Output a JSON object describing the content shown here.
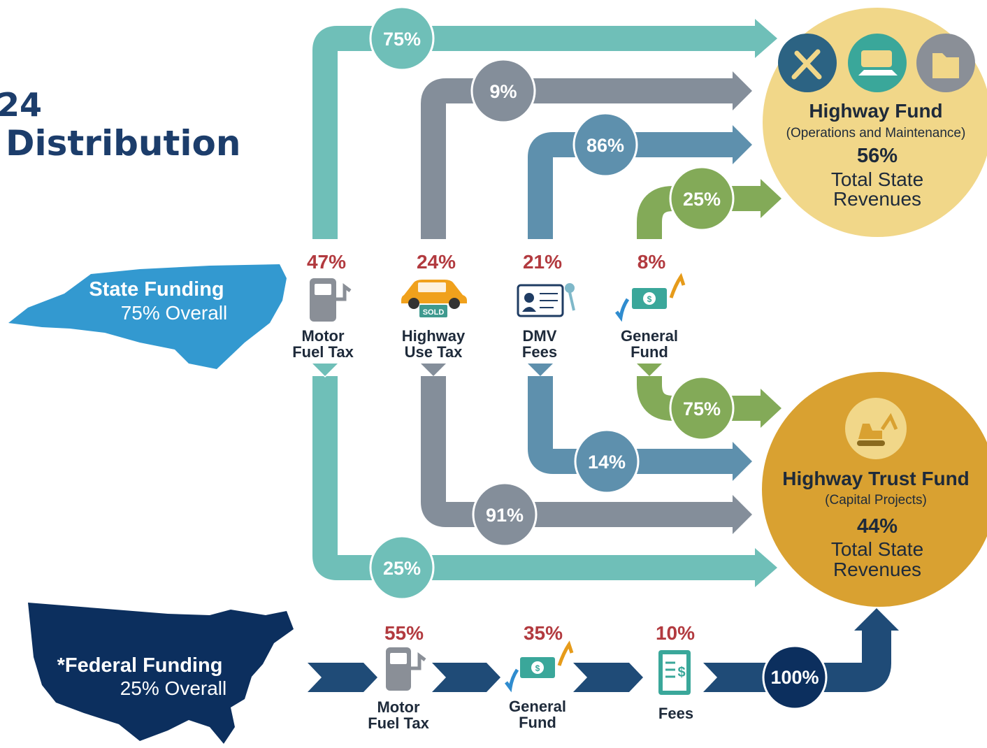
{
  "header": {
    "title_line1": "24",
    "title_line2": "Distribution"
  },
  "colors": {
    "motor_fuel_tax": "#6fbfb8",
    "highway_use_tax": "#848e9a",
    "dmv_fees": "#5e90ad",
    "general_fund": "#83aa58",
    "federal": "#1f4b77",
    "highway_fund": "#f1d789",
    "highway_trust_fund": "#d9a131",
    "state_map": "#3399d0",
    "federal_map": "#0c2f5e",
    "source_percent": "#b23a3f"
  },
  "state_funding": {
    "title": "State Funding",
    "subtitle": "75% Overall"
  },
  "federal_funding": {
    "title": "*Federal Funding",
    "subtitle": "25% Overall"
  },
  "state_sources": [
    {
      "percent": "47%",
      "label_line1": "Motor",
      "label_line2": "Fuel Tax",
      "icon": "fuel-pump-icon",
      "to_highway_fund": "75%",
      "to_trust_fund": "25%"
    },
    {
      "percent": "24%",
      "label_line1": "Highway",
      "label_line2": "Use Tax",
      "icon": "sold-car-icon",
      "to_highway_fund": "9%",
      "to_trust_fund": "91%",
      "badge": "SOLD"
    },
    {
      "percent": "21%",
      "label_line1": "DMV",
      "label_line2": "Fees",
      "icon": "license-card-icon",
      "to_highway_fund": "86%",
      "to_trust_fund": "14%"
    },
    {
      "percent": "8%",
      "label_line1": "General",
      "label_line2": "Fund",
      "icon": "money-transfer-icon",
      "to_highway_fund": "25%",
      "to_trust_fund": "75%"
    }
  ],
  "federal_sources": [
    {
      "percent": "55%",
      "label_line1": "Motor",
      "label_line2": "Fuel Tax",
      "icon": "fuel-pump-icon"
    },
    {
      "percent": "35%",
      "label_line1": "General",
      "label_line2": "Fund",
      "icon": "money-transfer-icon"
    },
    {
      "percent": "10%",
      "label_line1": "Fees",
      "label_line2": "",
      "icon": "fee-receipt-icon"
    }
  ],
  "federal_to_trust_fund": "100%",
  "highway_fund": {
    "title": "Highway Fund",
    "subtitle": "(Operations and Maintenance)",
    "percent": "56%",
    "text_line1": "Total State",
    "text_line2": "Revenues",
    "icons": [
      "tools-icon",
      "transportation-icon",
      "folder-icon"
    ]
  },
  "highway_trust_fund": {
    "title": "Highway Trust Fund",
    "subtitle": "(Capital Projects)",
    "percent": "44%",
    "text_line1": "Total State",
    "text_line2": "Revenues",
    "icons": [
      "excavator-icon"
    ]
  }
}
